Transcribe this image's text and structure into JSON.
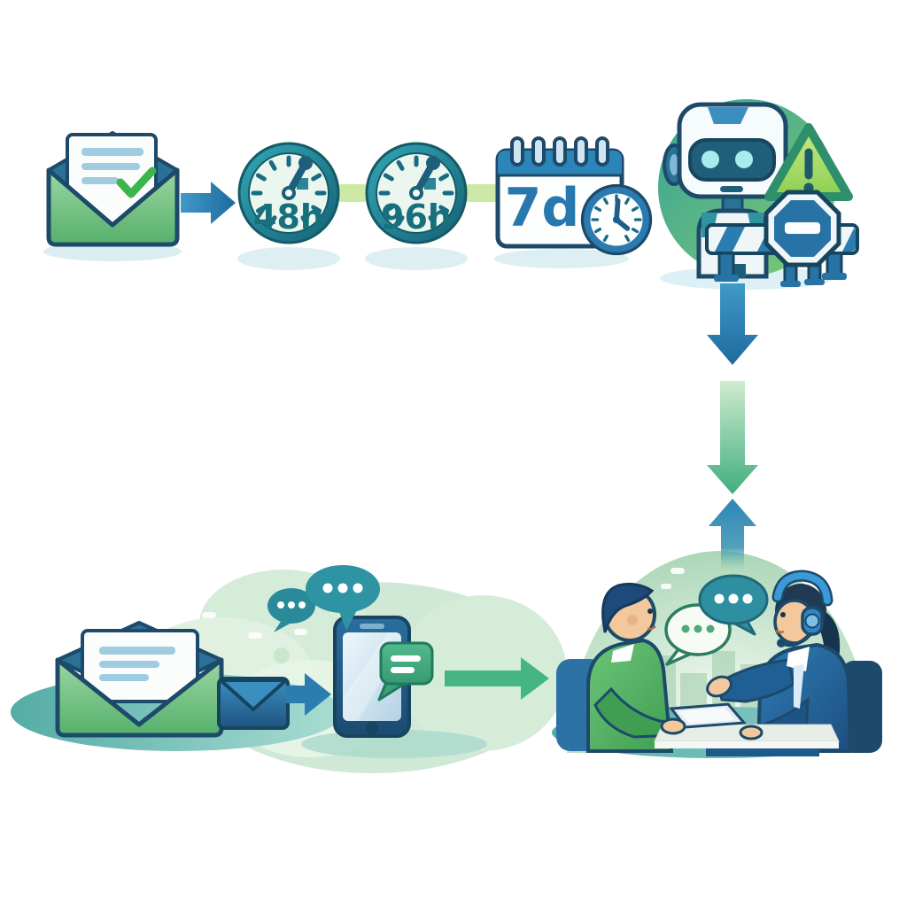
{
  "top_flow": {
    "email_sent": {
      "icon": "open-envelope-check-icon"
    },
    "arrow_1": {
      "icon": "arrow-right-icon"
    },
    "timer_48h": {
      "icon": "stopwatch-icon",
      "label": "48h"
    },
    "timer_96h": {
      "icon": "stopwatch-icon",
      "label": "96h"
    },
    "calendar_7d": {
      "icon": "calendar-icon",
      "label": "7d",
      "companion": "clock-icon"
    },
    "bot_stop": {
      "icons": [
        "robot-icon",
        "warning-triangle-icon",
        "stop-sign-icon",
        "barrier-icon"
      ]
    }
  },
  "escalation_path": {
    "icons": [
      "arrow-down-icon",
      "arrow-down-icon",
      "arrow-up-icon"
    ]
  },
  "bottom_flow": {
    "email_opened": {
      "icon": "open-envelope-icon"
    },
    "email_forward": {
      "icon": "closed-envelope-icon"
    },
    "arrow_2": {
      "icon": "arrow-right-icon"
    },
    "sms_phone": {
      "icons": [
        "smartphone-icon",
        "chat-bubble-dots-icon",
        "chat-bubble-dots-icon",
        "chat-message-icon"
      ]
    },
    "arrow_3": {
      "icon": "arrow-right-icon"
    },
    "conversation": {
      "icons": [
        "customer-person",
        "support-agent-headset",
        "chat-bubble-dots-icon",
        "chat-bubble-dots-icon"
      ]
    }
  },
  "colors": {
    "outline": "#1d4a6a",
    "envelope_green": "#6fbf7e",
    "check_green": "#3cb54a",
    "clock_teal": "#1f7f93",
    "clock_text": "#17707c",
    "connector_green": "#cde9a6",
    "calendar_blue": "#2b85b8",
    "calendar_text": "#2778ae",
    "robot_circle_teal": "#35a295",
    "robot_circle_green": "#82ca74",
    "warning_green": "#9ed45e",
    "stop_sign_blue": "#2773a5",
    "arrow_blue": "#2b7cb0",
    "arrow_green": "#45b585",
    "speech_teal": "#2e8fa0",
    "message_green": "#45a882",
    "phone_navy": "#215a85",
    "dome_green": "#bfe3c6",
    "floor_teal": "#63b7b0",
    "sweater_green": "#53b266",
    "blazer_blue": "#2470a8",
    "skin": "#f2c89c"
  }
}
